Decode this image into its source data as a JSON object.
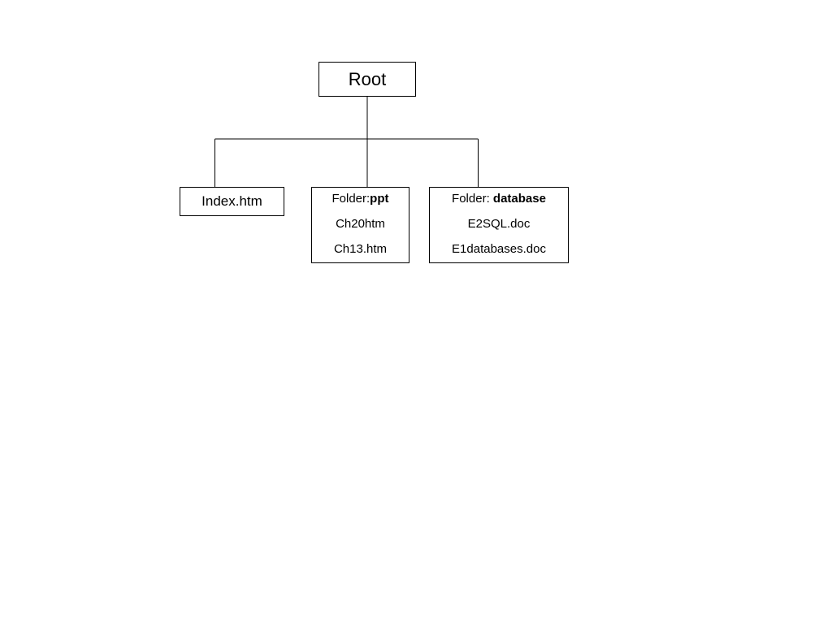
{
  "root": {
    "label": "Root"
  },
  "children": [
    {
      "label": "Index.htm"
    },
    {
      "folder_prefix": "Folder:",
      "folder_name": "ppt",
      "files": [
        "Ch20htm",
        "Ch13.htm"
      ]
    },
    {
      "folder_prefix": "Folder: ",
      "folder_name": "database",
      "files": [
        "E2SQL.doc",
        "E1databases.doc"
      ]
    }
  ]
}
